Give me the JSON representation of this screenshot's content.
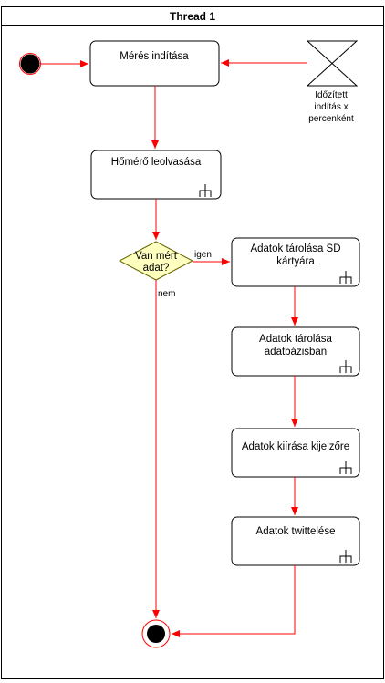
{
  "pool": {
    "title": "Thread 1"
  },
  "timer": {
    "line1": "Időzített",
    "line2": "indítás x",
    "line3": "percenként"
  },
  "activities": {
    "start_measure": {
      "line1": "Mérés indítása"
    },
    "read_thermometer": {
      "line1": "Hőmérő leolvasása"
    },
    "store_sd": {
      "line1": "Adatok tárolása SD",
      "line2": "kártyára"
    },
    "store_db": {
      "line1": "Adatok tárolása",
      "line2": "adatbázisban"
    },
    "display": {
      "line1": "Adatok kiírása kijelzőre"
    },
    "tweet": {
      "line1": "Adatok twittelése"
    }
  },
  "decision": {
    "line1": "Van mért",
    "line2": "adat?",
    "yes_label": "igen",
    "no_label": "nem"
  },
  "colors": {
    "arrow": "#ff0000",
    "decision_fill": "#ffffc0",
    "decision_stroke": "#666600",
    "node_fill": "#000000",
    "end_ring": "#ff0000",
    "box_stroke": "#000000"
  }
}
